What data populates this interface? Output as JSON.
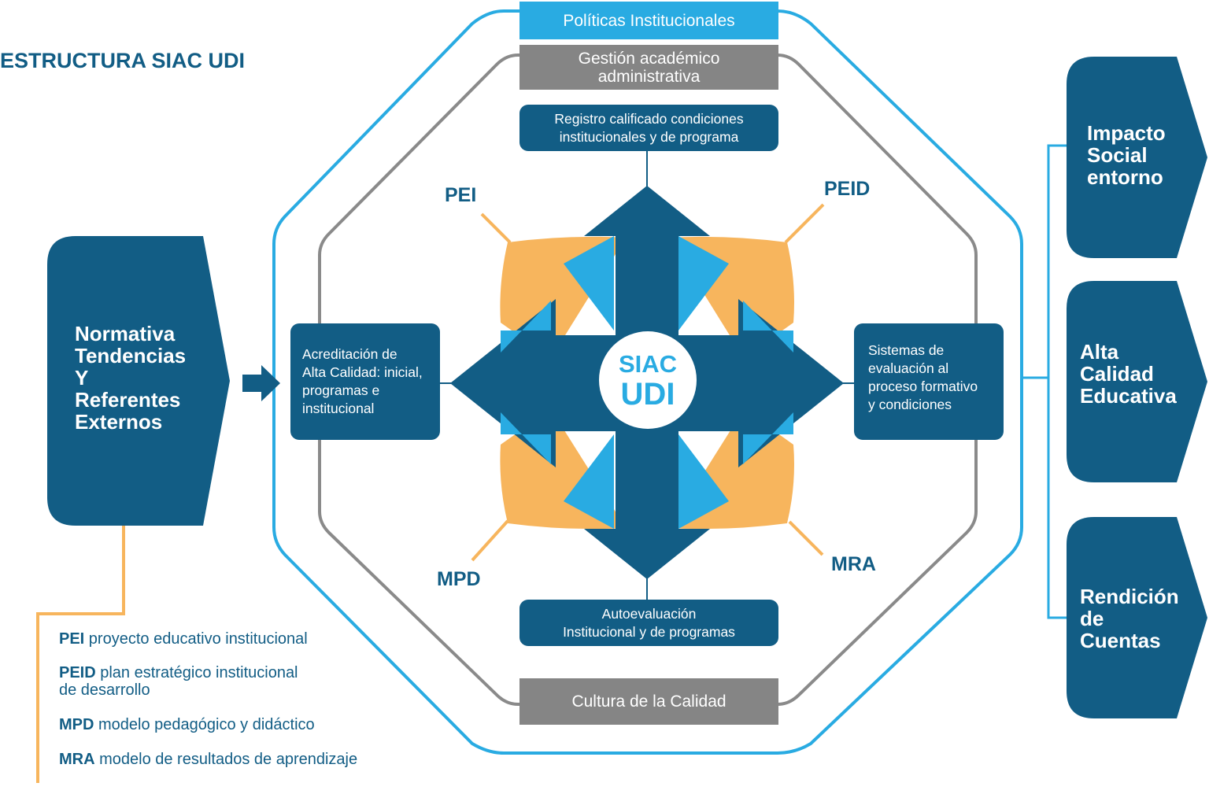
{
  "title": "ESTRUCTURA SIAC UDI",
  "left_box": {
    "lines": [
      "Normativa",
      "Tendencias",
      "Y",
      "Referentes",
      "Externos"
    ]
  },
  "top_bars": {
    "politicas": "Políticas Institucionales",
    "gestion": [
      "Gestión académico",
      "administrativa"
    ]
  },
  "bottom_bar": "Cultura de la Calidad",
  "boxes": {
    "registro": [
      "Registro calificado condiciones",
      "institucionales y de programa"
    ],
    "acreditacion": [
      "Acreditación de",
      "Alta Calidad: inicial,",
      "programas e",
      "institucional"
    ],
    "sistemas": [
      "Sistemas de",
      "evaluación al",
      "proceso formativo",
      "y condiciones"
    ],
    "autoevaluacion": [
      "Autoevaluación",
      "Institucional y de programas"
    ]
  },
  "center": {
    "line1": "SIAC",
    "line2": "UDI"
  },
  "acronyms": {
    "pei": "PEI",
    "peid": "PEID",
    "mpd": "MPD",
    "mra": "MRA"
  },
  "outcomes": [
    {
      "lines": [
        "Impacto",
        "Social",
        "entorno"
      ]
    },
    {
      "lines": [
        "Alta",
        "Calidad",
        "Educativa"
      ]
    },
    {
      "lines": [
        "Rendición",
        "de",
        "Cuentas"
      ]
    }
  ],
  "legend": [
    {
      "abbr": "PEI",
      "text": " proyecto educativo institucional",
      "text2": ""
    },
    {
      "abbr": "PEID",
      "text": " plan estratégico institucional",
      "text2": "de desarrollo"
    },
    {
      "abbr": "MPD",
      "text": " modelo pedagógico y didáctico",
      "text2": ""
    },
    {
      "abbr": "MRA",
      "text": " modelo de resultados de aprendizaje",
      "text2": ""
    }
  ],
  "colors": {
    "navy": "#125d85",
    "cyan": "#29abe2",
    "orange": "#f7b55d",
    "gray": "#8a8a8a",
    "gray_bar": "#858585"
  }
}
